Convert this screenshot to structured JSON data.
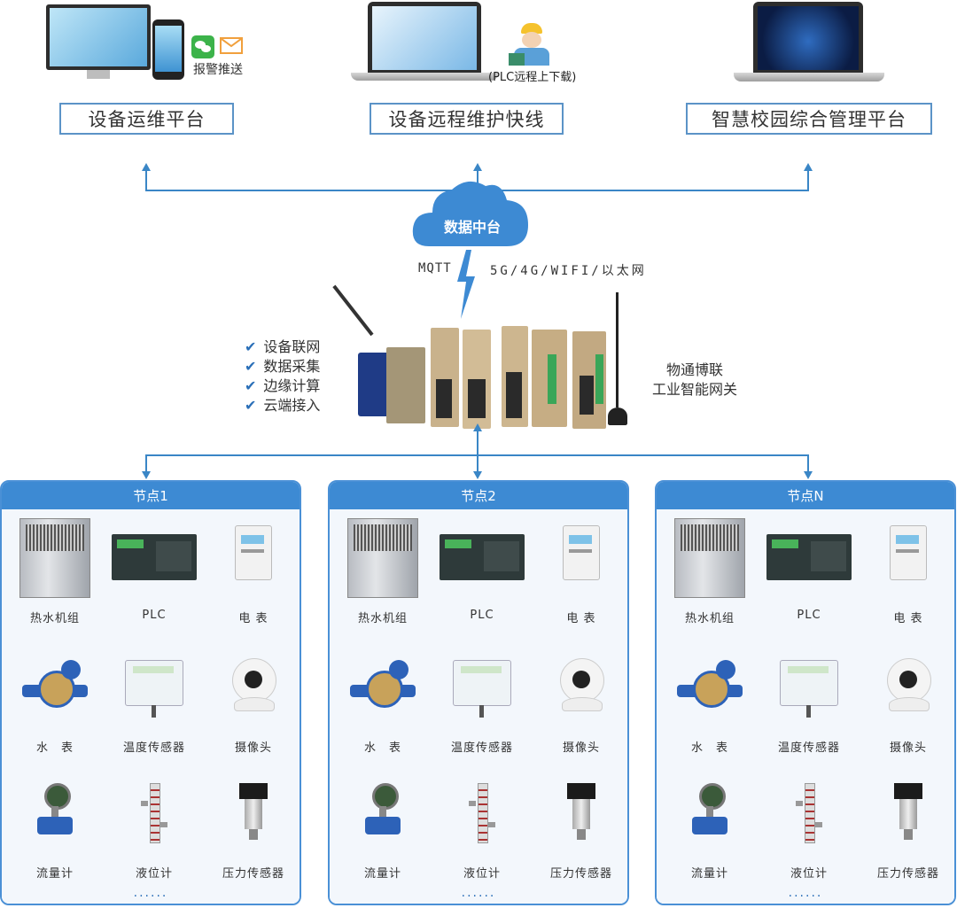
{
  "platforms": [
    {
      "label": "设备运维平台"
    },
    {
      "label": "设备远程维护快线"
    },
    {
      "label": "智慧校园综合管理平台"
    }
  ],
  "alarm_push": "报警推送",
  "plc_remote": "(PLC远程上下载)",
  "cloud_label": "数据中台",
  "protocol_left": "MQTT",
  "protocol_right": "5G/4G/WIFI/以太网",
  "features": [
    "设备联网",
    "数据采集",
    "边缘计算",
    "云端接入"
  ],
  "gateway_name_line1": "物通博联",
  "gateway_name_line2": "工业智能网关",
  "nodes": [
    {
      "title": "节点1",
      "devices": [
        "热水机组",
        "PLC",
        "电 表",
        "水　表",
        "温度传感器",
        "摄像头",
        "流量计",
        "液位计",
        "压力传感器"
      ],
      "more": "......"
    },
    {
      "title": "节点2",
      "devices": [
        "热水机组",
        "PLC",
        "电 表",
        "水　表",
        "温度传感器",
        "摄像头",
        "流量计",
        "液位计",
        "压力传感器"
      ],
      "more": "......"
    },
    {
      "title": "节点N",
      "devices": [
        "热水机组",
        "PLC",
        "电 表",
        "水　表",
        "温度传感器",
        "摄像头",
        "流量计",
        "液位计",
        "压力传感器"
      ],
      "more": "......"
    }
  ],
  "colors": {
    "accent": "#3d8ad3",
    "line": "#3a86c6",
    "border": "#5b93c7"
  },
  "icons": [
    "monitor-icon",
    "phone-icon",
    "wechat-icon",
    "email-icon",
    "laptop-icon",
    "engineer-icon",
    "cloud-icon",
    "lightning-icon",
    "check-icon",
    "gateway-icon"
  ]
}
